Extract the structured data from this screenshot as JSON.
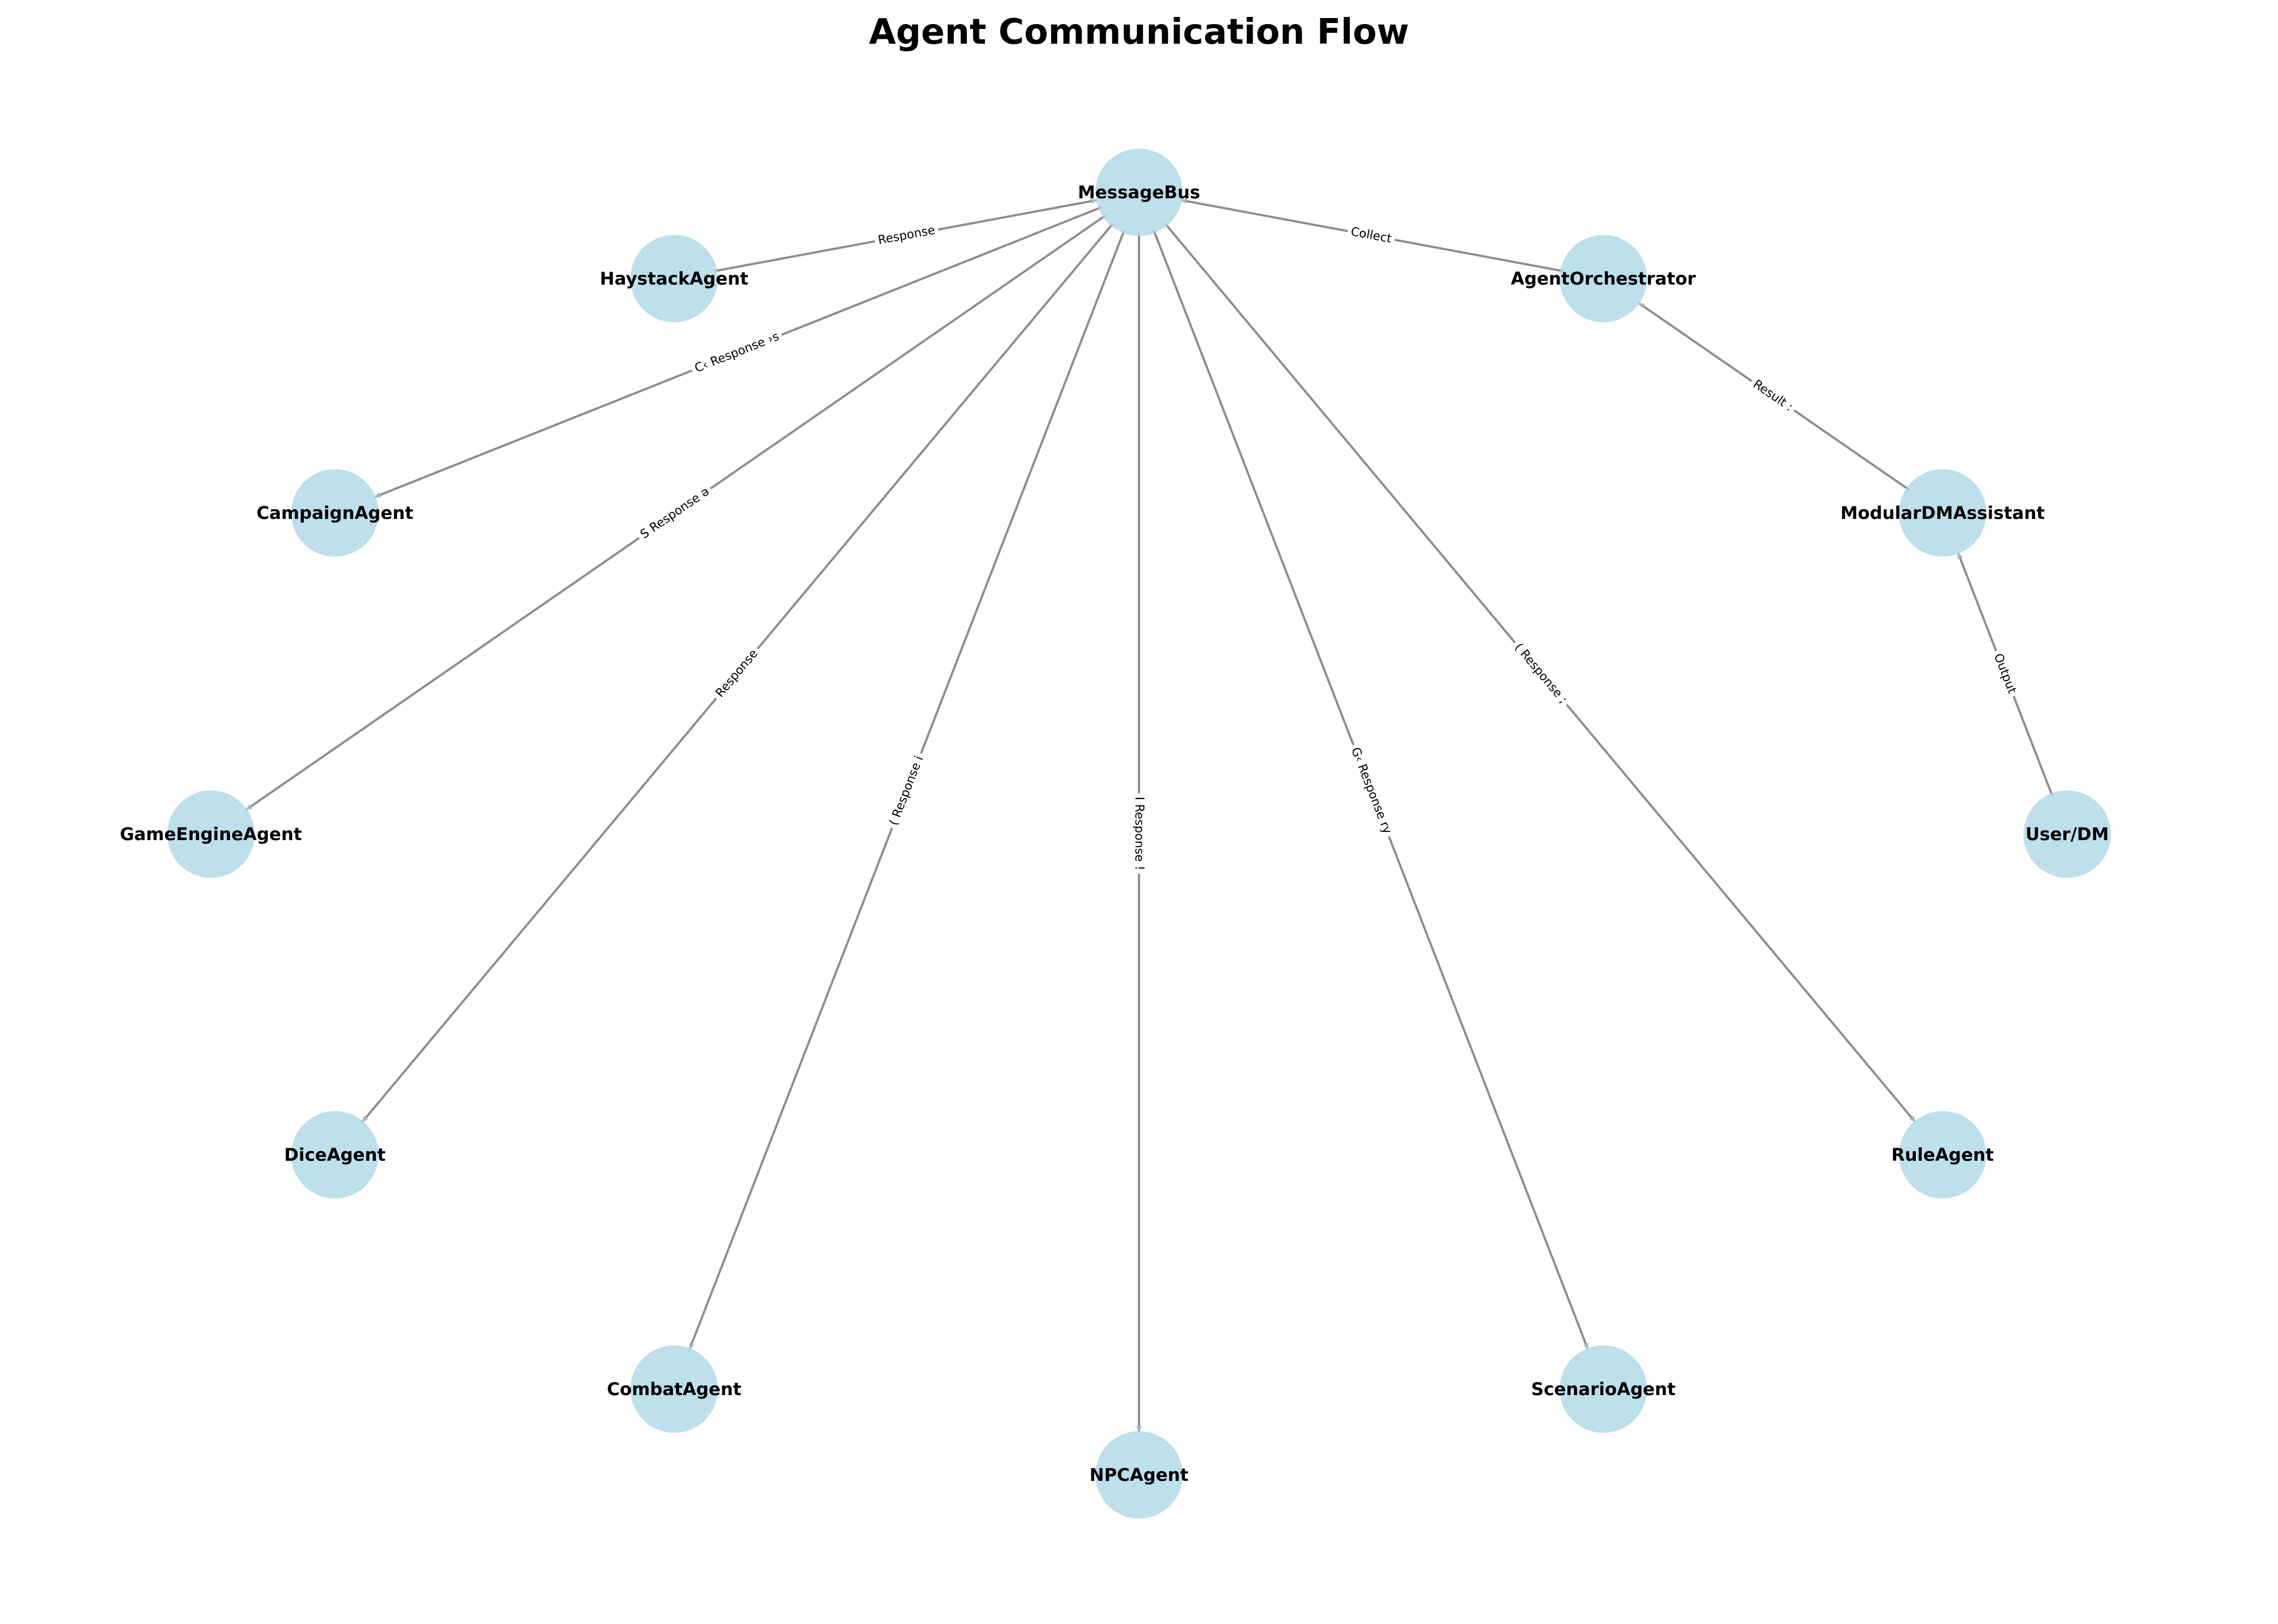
{
  "title": "Agent Communication Flow",
  "colors": {
    "node_fill": "#add8e6",
    "edge": "#8c8c8c",
    "text": "#000000",
    "background": "#ffffff"
  },
  "nodes": [
    {
      "id": "MessageBus",
      "label": "MessageBus"
    },
    {
      "id": "HaystackAgent",
      "label": "HaystackAgent"
    },
    {
      "id": "AgentOrchestrator",
      "label": "AgentOrchestrator"
    },
    {
      "id": "CampaignAgent",
      "label": "CampaignAgent"
    },
    {
      "id": "ModularDMAssistant",
      "label": "ModularDMAssistant"
    },
    {
      "id": "GameEngineAgent",
      "label": "GameEngineAgent"
    },
    {
      "id": "User/DM",
      "label": "User/DM"
    },
    {
      "id": "DiceAgent",
      "label": "DiceAgent"
    },
    {
      "id": "RuleAgent",
      "label": "RuleAgent"
    },
    {
      "id": "CombatAgent",
      "label": "CombatAgent"
    },
    {
      "id": "ScenarioAgent",
      "label": "ScenarioAgent"
    },
    {
      "id": "NPCAgent",
      "label": "NPCAgent"
    }
  ],
  "edges": [
    {
      "from": "HaystackAgent",
      "to": "MessageBus",
      "label": "Response"
    },
    {
      "from": "AgentOrchestrator",
      "to": "MessageBus",
      "label": "Collect"
    },
    {
      "from": "MessageBus",
      "to": "CampaignAgent",
      "label": "C‹ Response ›s"
    },
    {
      "from": "MessageBus",
      "to": "GameEngineAgent",
      "label": "S Response ə"
    },
    {
      "from": "MessageBus",
      "to": "DiceAgent",
      "label": "Response"
    },
    {
      "from": "MessageBus",
      "to": "CombatAgent",
      "label": "( Response  i"
    },
    {
      "from": "MessageBus",
      "to": "NPCAgent",
      "label": "I Response  !"
    },
    {
      "from": "MessageBus",
      "to": "ScenarioAgent",
      "label": "G‹ Response  ry"
    },
    {
      "from": "MessageBus",
      "to": "RuleAgent",
      "label": "( Response  ;"
    },
    {
      "from": "ModularDMAssistant",
      "to": "AgentOrchestrator",
      "label": "Result :"
    },
    {
      "from": "User/DM",
      "to": "ModularDMAssistant",
      "label": "Output"
    }
  ]
}
